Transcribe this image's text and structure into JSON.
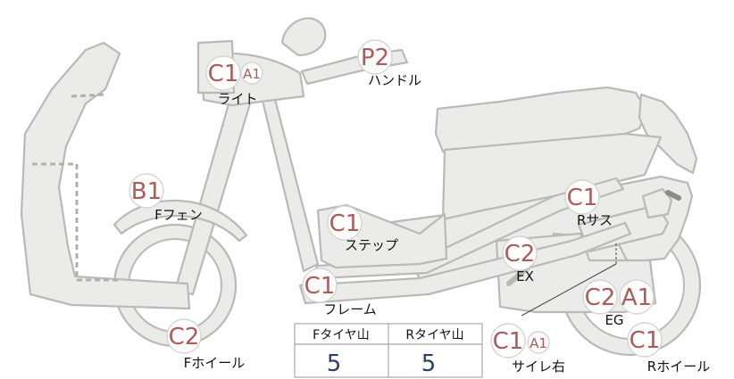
{
  "markers": {
    "light": {
      "code": "C1",
      "sub": "A1",
      "label": "ライト"
    },
    "handle": {
      "code": "P2",
      "label": "ハンドル"
    },
    "f_fender": {
      "code": "B1",
      "label": "Fフェン"
    },
    "step": {
      "code": "C1",
      "label": "ステップ"
    },
    "frame": {
      "code": "C1",
      "label": "フレーム"
    },
    "f_wheel": {
      "code": "C2",
      "label": "Fホイール"
    },
    "r_sus": {
      "code": "C1",
      "label": "Rサス"
    },
    "ex": {
      "code": "C2",
      "label": "EX"
    },
    "eg": {
      "code1": "C2",
      "code2": "A1",
      "label": "EG"
    },
    "r_wheel": {
      "code": "C1",
      "label": "Rホイール"
    },
    "silencer": {
      "code": "C1",
      "sub": "A1",
      "label": "サイレ右"
    }
  },
  "tread": {
    "front_header": "Fタイヤ山",
    "rear_header": "Rタイヤ山",
    "front_value": "5",
    "rear_value": "5"
  },
  "colors": {
    "part_fill": "#ebebea",
    "part_stroke": "#b9b9b7",
    "code_text": "#ad5a58",
    "tread_value": "#2c3e6b"
  }
}
